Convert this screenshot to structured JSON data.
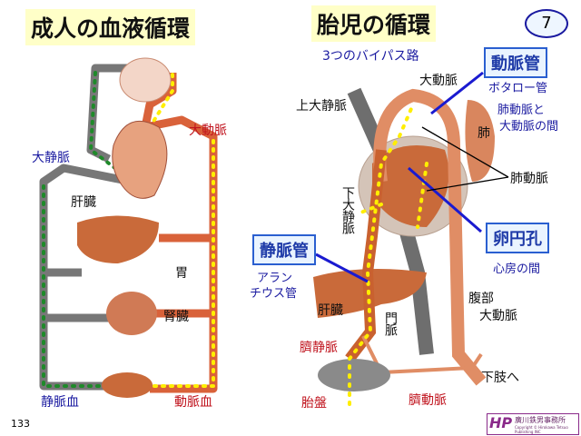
{
  "slide_number": "7",
  "page_number": "133",
  "left": {
    "title": "成人の血液循環",
    "labels": {
      "vena_cava": "大静脈",
      "aorta": "大動脈",
      "liver": "肝臓",
      "stomach": "胃",
      "kidney": "腎臓",
      "venous_blood": "静脈血",
      "arterial_blood": "動脈血"
    }
  },
  "right": {
    "title": "胎児の循環",
    "subtitle": "3つのバイパス路",
    "labels": {
      "aorta": "大動脈",
      "svc": "上大静脈",
      "lung": "肺",
      "pulmonary_artery": "肺動脈",
      "ivc": "下大静脈",
      "liver": "肝臓",
      "portal_vein": "門脈",
      "abdominal_aorta_1": "腹部",
      "abdominal_aorta_2": "大動脈",
      "umbilical_vein": "臍静脈",
      "placenta": "胎盤",
      "umbilical_artery": "臍動脈",
      "to_legs": "下肢へ"
    },
    "bypasses": [
      {
        "name": "動脈管",
        "sub": [
          "ボタロー管",
          "肺動脈と",
          "大動脈の間"
        ]
      },
      {
        "name": "卵円孔",
        "sub": [
          "心房の間"
        ]
      },
      {
        "name": "静脈管",
        "sub": [
          "アラン",
          "チウス管"
        ]
      }
    ]
  },
  "logo": {
    "name": "廣川鉄男事務所",
    "copyright": "Copyright © Hirokawa Tetsuo Publishing INC"
  },
  "colors": {
    "artery": "#d9623a",
    "vein": "#6e6e6e",
    "oxygen_dot": "#ffee00",
    "venous_dot": "#1f8a2a",
    "box_border": "#2a5fd0"
  }
}
